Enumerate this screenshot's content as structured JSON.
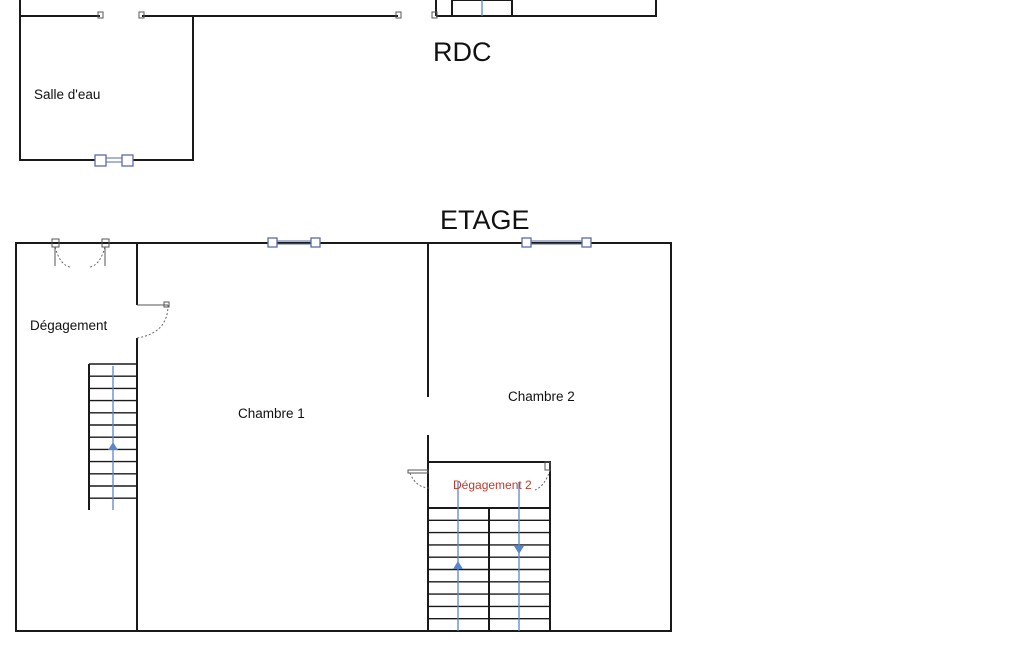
{
  "titles": {
    "rdc": "RDC",
    "etage": "ETAGE"
  },
  "rooms": {
    "salle_deau": "Salle d'eau",
    "degagement": "Dégagement",
    "chambre_1": "Chambre 1",
    "chambre_2": "Chambre 2",
    "degagement_2": "Dégagement 2"
  },
  "colors": {
    "wall": "#1a1a1a",
    "window": "#5a6aa8",
    "stair_arrow": "#5b86c9",
    "highlight_label": "#c0392b"
  }
}
